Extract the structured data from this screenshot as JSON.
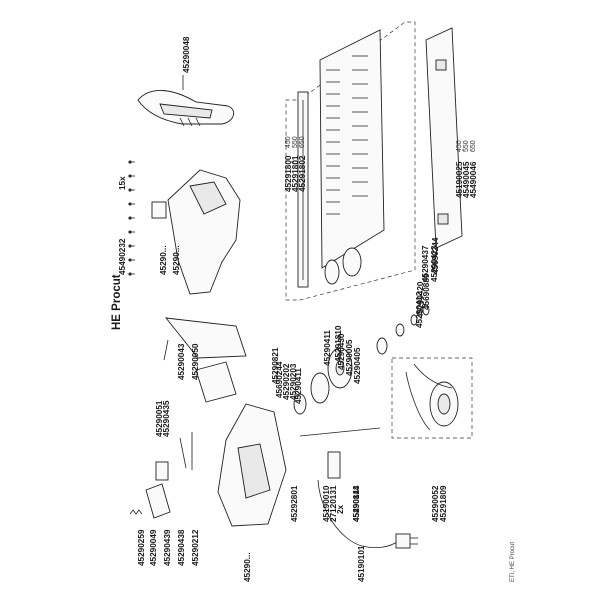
{
  "title": "HE Procut",
  "footer": "ETI, HE Procut",
  "part_numbers": [
    "45290048",
    "45291800",
    "45291801",
    "45291802",
    "45190025",
    "45490045",
    "45490046",
    "45490232",
    "15x",
    "45290...",
    "45290...",
    "45690244",
    "45290437",
    "45290423",
    "45690889",
    "45290420",
    "45290412",
    "45291810",
    "45290411",
    "45290430",
    "45290005",
    "45290405",
    "45290821",
    "45690244",
    "45290202",
    "45290203",
    "45290411",
    "45290043",
    "45290050",
    "45290051",
    "45290435",
    "45290259",
    "45290049",
    "45290439",
    "45290438",
    "45290212",
    "45290...",
    "45292801",
    "45190010",
    "27120131",
    "2x",
    "45490144",
    "45290813",
    "45190101",
    "45290052",
    "45291809"
  ],
  "variants": [
    "450",
    "550",
    "650"
  ]
}
